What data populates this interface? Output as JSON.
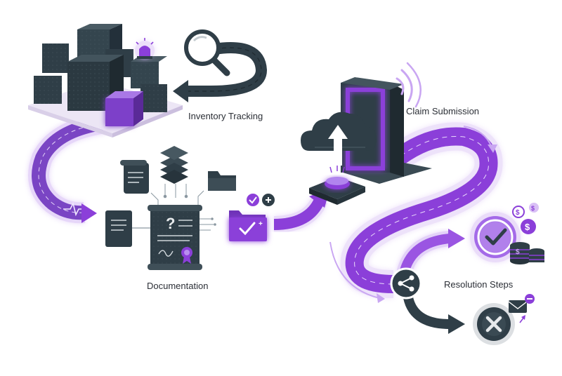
{
  "steps": {
    "inventory": {
      "label": "Inventory Tracking"
    },
    "documentation": {
      "label": "Documentation"
    },
    "claim": {
      "label": "Claim Submission"
    },
    "resolution": {
      "label": "Resolution Steps"
    }
  },
  "icons": {
    "boxes": "box-stack-icon",
    "alarm": "alarm-light-icon",
    "magnifier": "magnifier-icon",
    "scroll": "scroll-icon",
    "layers": "layers-icon",
    "folder": "folder-icon",
    "document": "document-question-icon",
    "folder_check": "folder-check-icon",
    "cloud_upload": "cloud-upload-icon",
    "portal": "portal-frame-icon",
    "wifi": "signal-waves-icon",
    "button": "push-button-icon",
    "fork": "split-node-icon",
    "success": "check-circle-icon",
    "coins": "coins-icon",
    "reject": "x-circle-icon",
    "mail": "mail-icon"
  },
  "colors": {
    "purple": "#8b3fd9",
    "purple_light": "#c9a6f2",
    "dark": "#2f3e47",
    "dark_line": "#1f2a30"
  }
}
